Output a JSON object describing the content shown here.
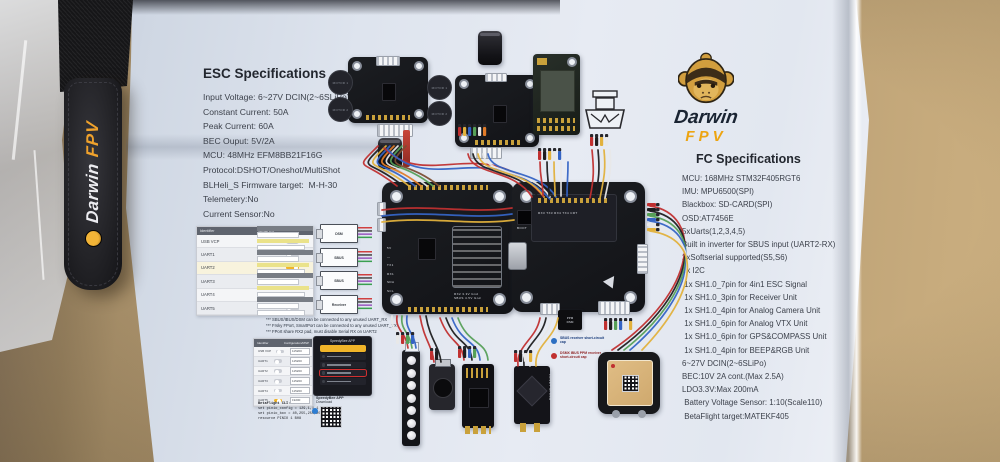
{
  "strap": {
    "darwin": "Darwin",
    "fpv": "FPV"
  },
  "logo": {
    "darwin": "Darwin",
    "fpv": "FPV"
  },
  "esc_specs": {
    "title": "ESC Specifications",
    "lines": [
      "Input Voltage: 6~27V DCIN(2~6SLiPo)",
      "Constant Current: 50A",
      "Peak Current: 60A",
      "BEC Ouput: 5V/2A",
      "MCU: 48MHz EFM8BB21F16G",
      "Protocol:DSHOT/Oneshot/MultiShot",
      "BLHeli_S Firmware target:  M-H-30",
      "Telemetery:No",
      "Current Sensor:No"
    ]
  },
  "fc_specs": {
    "title": "FC Specifications",
    "lines": [
      "MCU: 168MHz STM32F405RGT6",
      "IMU: MPU6500(SPI)",
      "Blackbox: SD-CARD(SPI)",
      "OSD:AT7456E",
      "5xUarts(1,2,3,4,5)",
      "Built in inverter for SBUS input (UART2-RX)",
      "2xSoftserial supported(S5,S6)",
      "1x I2C",
      " 1x SH1.0_7pin for 4in1 ESC Signal",
      " 1x SH1.0_3pin for Receiver Unit",
      " 1x SH1.0_4pin for Analog Camera Unit",
      " 1x SH1.0_6pin for Analog VTX Unit",
      " 1x SH1.0_6pin for GPS&COMPASS Unit",
      " 1x SH1.0_4pin for BEEP&RGB Unit",
      "6~27V DCIN(2~6SLiPo)",
      "BEC:10V 2A cont.(Max 2.5A)",
      "LDO3.3V:Max 200mA",
      " Battery Voltage Sensor: 1:10(Scale110)",
      " BetaFlight target:MATEKF405"
    ]
  },
  "ports_table": {
    "headers": [
      "Identifier",
      "Serial RX"
    ],
    "rows": [
      {
        "label": "USB VCP"
      },
      {
        "label": "UART1"
      },
      {
        "label": "UART2"
      },
      {
        "label": "UART3"
      },
      {
        "label": "UART4"
      },
      {
        "label": "UART5"
      }
    ]
  },
  "config_table": {
    "headers": [
      "Identifier",
      "Configuration/MSP"
    ],
    "rows": [
      {
        "label": "USB VCP",
        "value": "115200"
      },
      {
        "label": "UART1",
        "value": "115200"
      },
      {
        "label": "UART2",
        "value": "115200"
      },
      {
        "label": "UART3",
        "value": "115200"
      },
      {
        "label": "UART4",
        "value": "115200"
      },
      {
        "label": "UART5",
        "value": "19200"
      }
    ]
  },
  "receiver_diagrams": [
    {
      "label": "DSM"
    },
    {
      "label": "SBUS"
    },
    {
      "label": "SBUS"
    },
    {
      "label": "Receiver"
    }
  ],
  "notes": {
    "lines": [
      "*** SBUS/IBUS/DSM can be connected to any unused UART_RX",
      "*** Frsky FPort, SmartPort can be connected to any unused UART_TX",
      "*** FPort share RX2 pad, must disable Serial RX on UART2"
    ]
  },
  "cli": {
    "lines": [
      "BetaFlight CLI:",
      "set pinio_config = 129,1,1,1",
      "set pinio_box = 40,255,255,255",
      "resource PINIO 1 B08"
    ]
  },
  "speedybee": {
    "app_title": "SpeedyBee APP",
    "download": "Download"
  },
  "legend": [
    {
      "label": "SBUS receiver short-circuit cap"
    },
    {
      "label": "DSMX IBUS PPM receiver short-circuit cap"
    }
  ],
  "board_labels": {
    "motor1": "MOTOR 1",
    "motor2": "MOTOR 2",
    "motor3": "MOTOR 1",
    "motor4": "MOTOR 2",
    "boot": "BOOT",
    "fc_pads_left": "5V\n—\nTX1\nRX1\nSDA\nSCL",
    "fc_bottom_note": "RX2 3.3V Gnd\nSBUS 4.5V Gnd",
    "fc_top_row": "RX3 TX3 RX4 TX4 CRT",
    "frsky": "FRSKY R-XSR",
    "ppm_dsm": "PPM\nDSM"
  },
  "colors": {
    "accent_gold": "#F0B429",
    "navy": "#1A2433",
    "paper": "#E3E9F1",
    "cardboard": "#B2966D"
  }
}
